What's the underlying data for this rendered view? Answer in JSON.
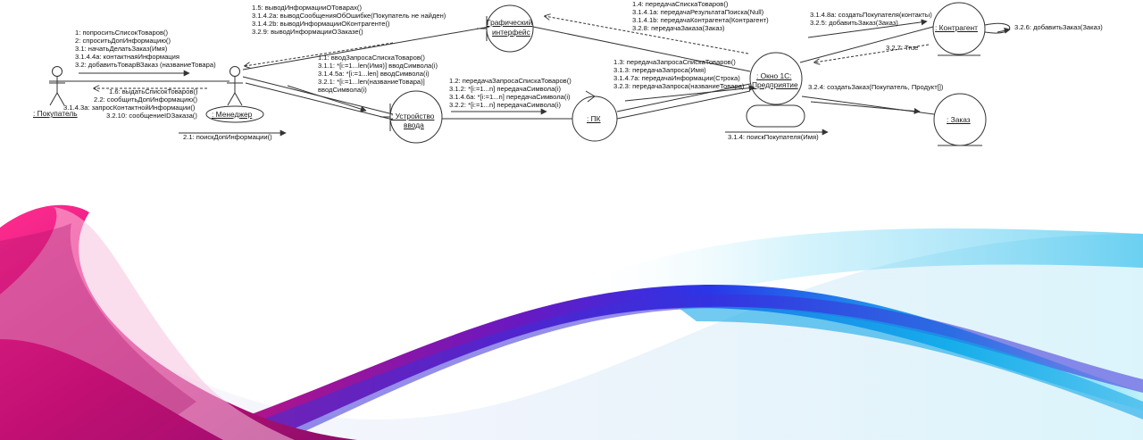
{
  "objects": {
    "buyer": ": Покупатель",
    "manager": ": Менеджер",
    "gui_line1": "Графический",
    "gui_line2": "интерфейс",
    "input_line1": ": Устройство",
    "input_line2": "ввода",
    "pc": ": ПК",
    "window_line1": ": Окно 1С:",
    "window_line2": "Предприятие",
    "counterparty": ": Контрагент",
    "order": ": Заказ"
  },
  "messages": {
    "buyer_to_manager": [
      "1: попроситьСписокТоваров()",
      "2: спроситьДопИнформацию()",
      "3.1: начатьДелатьЗаказ(Имя)",
      "3.1.4.4a: контактнаяИнформация",
      "3.2: добавитьТоварВЗаказ (названиеТовара)"
    ],
    "manager_to_buyer": [
      "1.6: выдатьСписокТоваров()",
      "2.2: сообщитьДопИнформацию()",
      "3.1.4.3a: запросКонтактнойИнформации()",
      "3.2.10: сообщениеIDЗаказа()"
    ],
    "manager_self": "2.1: поискДопИнформации()",
    "gui_to_manager": [
      "1.5: выводИнформацииОТоварах()",
      "3.1.4.2a: выводСообщенияОбОшибке(Покупатель не найден)",
      "3.1.4.2b: выводИнформацииОКонтрагенте()",
      "3.2.9: выводИнформацииОЗаказе()"
    ],
    "manager_to_input": [
      "1.1: вводЗапросаСпискаТоваров()",
      "3.1.1: *[i:=1...len(Имя)] вводСимвола(i)",
      "3.1.4.5a: *[i:=1...len] вводСимвола(i)",
      "3.2.1: *[i:=1...len(названиеТовара)]",
      "вводСимвола(i)"
    ],
    "input_to_pc": [
      "1.2: передачаЗапросаСпискаТоваров()",
      "3.1.2: *[i:=1...n] передачаСимвола(i)",
      "3.1.4.6a: *[i:=1...n] передачаСимвола(i)",
      "3.2.2: *[i:=1...n] передачаСимвола(i)"
    ],
    "pc_to_window": [
      "1.3: передачаЗапросаСпискаТоваров()",
      "3.1.3: передачаЗапроса(Имя)",
      "3.1.4.7a: передачаИнформации(Строка)",
      "3.2.3: передачаЗапроса(названиеТовара)"
    ],
    "window_to_gui": [
      "1.4: передачаСпискаТоваров()",
      "3.1.4.1a: передачаРезультатаПоиска(Null)",
      "3.1.4.1b: передачаКонтрагента(Контрагент)",
      "3.2.8: передачаЗаказа(Заказ)"
    ],
    "window_to_counterparty": [
      "3.1.4.8a: создатьПокупателя(контакты)",
      "3.2.5: добавитьЗаказ(Заказ)"
    ],
    "counterparty_self": "3.2.6: добавитьЗаказ(Заказ)",
    "counterparty_to_window": "3.2.7: True",
    "window_to_order": "3.2.4: создатьЗаказ(Покупатель, Продукт[])",
    "window_self": "3.1.4: поискПокупателя(Имя)"
  },
  "colors": {
    "line": "#333333",
    "wave_pink": "#e0147a",
    "wave_magenta": "#b0127a",
    "wave_purple": "#5a1ab8",
    "wave_blue": "#2b3ee6",
    "wave_cyan": "#1bc6f0",
    "wave_light": "#9fe6f8"
  }
}
